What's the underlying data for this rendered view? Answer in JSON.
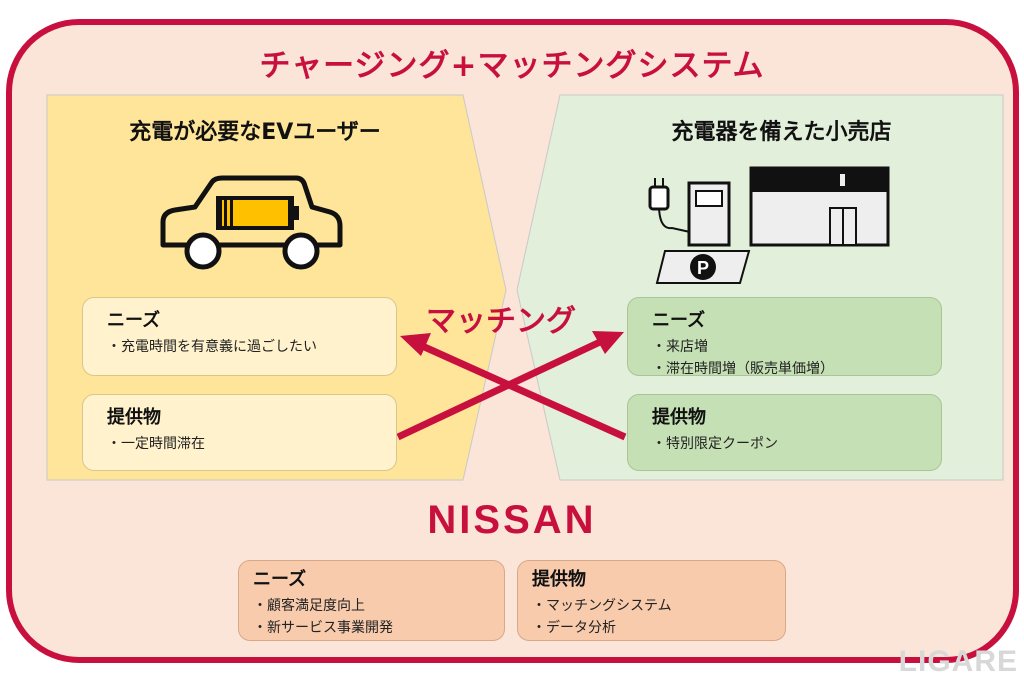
{
  "title": "チャージング+マッチングシステム",
  "left_panel": {
    "title": "充電が必要なEVユーザー",
    "needs": {
      "heading": "ニーズ",
      "items": [
        "・充電時間を有意義に過ごしたい"
      ]
    },
    "offers": {
      "heading": "提供物",
      "items": [
        "・一定時間滞在"
      ]
    }
  },
  "right_panel": {
    "title": "充電器を備えた小売店",
    "needs": {
      "heading": "ニーズ",
      "items": [
        "・来店増",
        "・滞在時間増（販売単価増）"
      ]
    },
    "offers": {
      "heading": "提供物",
      "items": [
        "・特別限定クーポン"
      ]
    }
  },
  "matching_label": "マッチング",
  "nissan": {
    "logo": "NISSAN",
    "needs": {
      "heading": "ニーズ",
      "items": [
        "・顧客満足度向上",
        "・新サービス事業開発"
      ]
    },
    "offers": {
      "heading": "提供物",
      "items": [
        "・マッチングシステム",
        "・データ分析"
      ]
    }
  },
  "watermark": "LIGARE",
  "parking_symbol": "P",
  "colors": {
    "accent": "#c8103e",
    "outer_bg": "#fbe4d8",
    "left_bg": "#fee599",
    "right_bg": "#e2efda"
  }
}
